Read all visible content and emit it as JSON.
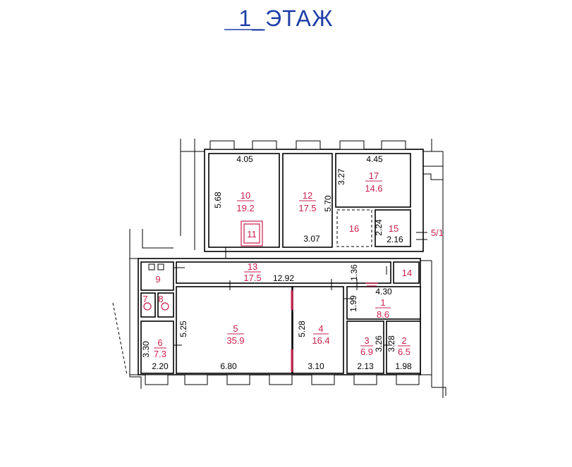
{
  "title": "1_ЭТАЖ",
  "rooms": [
    {
      "id": "r10",
      "number": "10",
      "area": "19.2"
    },
    {
      "id": "r11",
      "number": "11",
      "area": ""
    },
    {
      "id": "r12",
      "number": "12",
      "area": "17.5"
    },
    {
      "id": "r17",
      "number": "17",
      "area": "14.6"
    },
    {
      "id": "r16",
      "number": "16",
      "area": ""
    },
    {
      "id": "r15",
      "number": "15",
      "area": ""
    },
    {
      "id": "r51",
      "number": "5/1",
      "area": ""
    },
    {
      "id": "r13",
      "number": "13",
      "area": "17.5"
    },
    {
      "id": "r14",
      "number": "14",
      "area": ""
    },
    {
      "id": "r9",
      "number": "9",
      "area": ""
    },
    {
      "id": "r7",
      "number": "7",
      "area": ""
    },
    {
      "id": "r8",
      "number": "8",
      "area": ""
    },
    {
      "id": "r5",
      "number": "5",
      "area": "35.9"
    },
    {
      "id": "r4",
      "number": "4",
      "area": "16.4"
    },
    {
      "id": "r1",
      "number": "1",
      "area": "8.6"
    },
    {
      "id": "r3",
      "number": "3",
      "area": "6.9"
    },
    {
      "id": "r2",
      "number": "2",
      "area": "6.5"
    },
    {
      "id": "r6",
      "number": "6",
      "area": "7.3"
    }
  ],
  "dimensions": [
    {
      "id": "d405",
      "text": "4.05"
    },
    {
      "id": "d568",
      "text": "5.68"
    },
    {
      "id": "d570",
      "text": "5.70"
    },
    {
      "id": "d445",
      "text": "4.45"
    },
    {
      "id": "d327",
      "text": "3.27"
    },
    {
      "id": "d224",
      "text": "2.24"
    },
    {
      "id": "d216",
      "text": "2.16"
    },
    {
      "id": "d307",
      "text": "3.07"
    },
    {
      "id": "d1292",
      "text": "12.92"
    },
    {
      "id": "d136",
      "text": "1.36"
    },
    {
      "id": "d430",
      "text": "4.30"
    },
    {
      "id": "d199",
      "text": "1.99"
    },
    {
      "id": "d525",
      "text": "5.25"
    },
    {
      "id": "d528",
      "text": "5.28"
    },
    {
      "id": "d326",
      "text": "3.26"
    },
    {
      "id": "d328",
      "text": "3.28"
    },
    {
      "id": "d330",
      "text": "3.30"
    },
    {
      "id": "d220",
      "text": "2.20"
    },
    {
      "id": "d680",
      "text": "6.80"
    },
    {
      "id": "d310",
      "text": "3.10"
    },
    {
      "id": "d213",
      "text": "2.13"
    },
    {
      "id": "d198",
      "text": "1.98"
    }
  ]
}
